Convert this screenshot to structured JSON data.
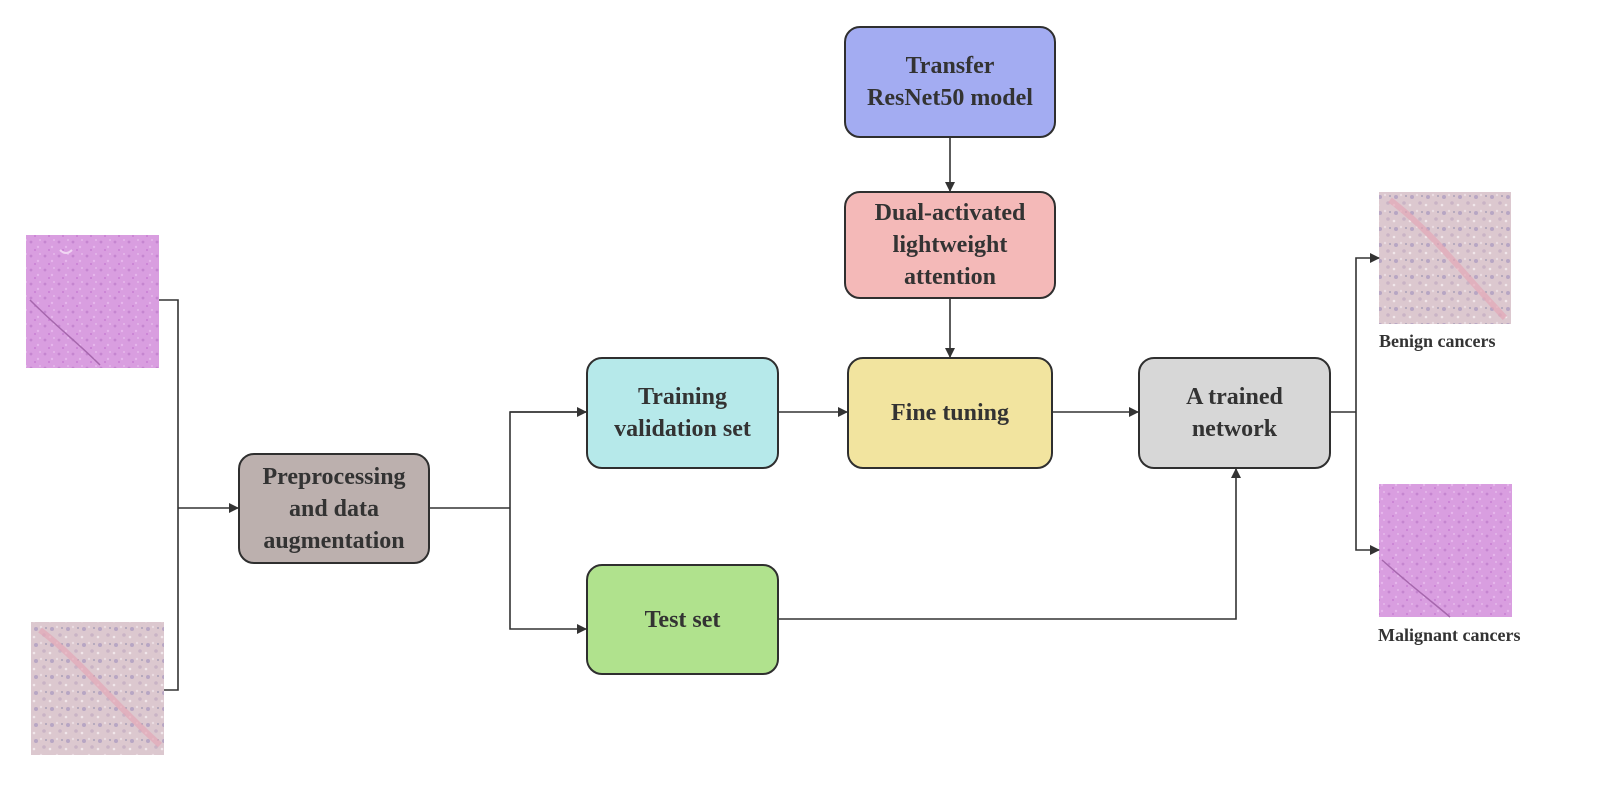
{
  "nodes": {
    "transfer": {
      "line1": "Transfer",
      "line2": "ResNet50 model",
      "color": "#a3acf2"
    },
    "attention": {
      "line1": "Dual-activated",
      "line2": "lightweight",
      "line3": "attention",
      "color": "#f4b9b8"
    },
    "training": {
      "line1": "Training",
      "line2": "validation set",
      "color": "#b6e9ea"
    },
    "finetune": {
      "line1": "Fine tuning",
      "color": "#f2e49f"
    },
    "trained": {
      "line1": "A trained",
      "line2": "network",
      "color": "#d7d7d7"
    },
    "preprocess": {
      "line1": "Preprocessing",
      "line2": "and data",
      "line3": "augmentation",
      "color": "#bcb0ae"
    },
    "test": {
      "line1": "Test set",
      "color": "#b0e28d"
    }
  },
  "outputs": {
    "benign_label": "Benign cancers",
    "malignant_label": "Malignant cancers"
  },
  "tiles": {
    "pink": "histology-pink",
    "pale": "histology-pale"
  }
}
